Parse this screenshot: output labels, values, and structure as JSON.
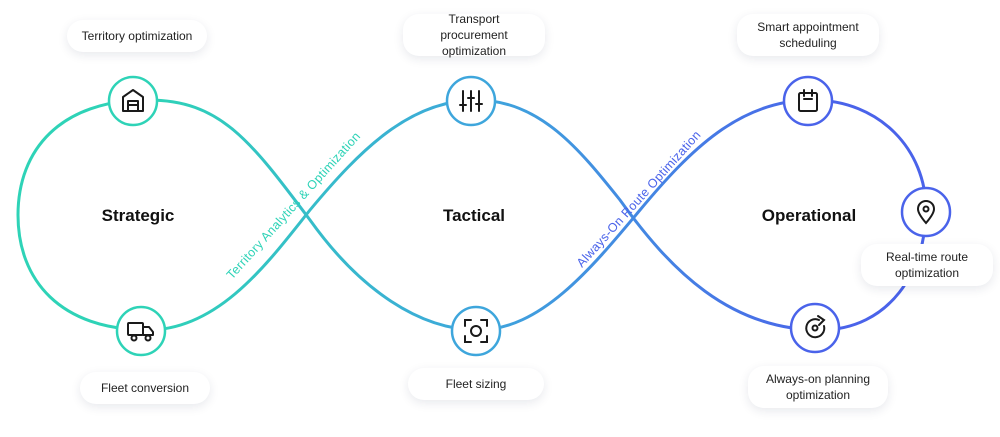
{
  "colors": {
    "teal": "#2ed3b7",
    "mid": "#3ea6dc",
    "blue": "#4a63ea",
    "icon": "#1a1a1a",
    "node_fill": "#ffffff"
  },
  "phases": {
    "strategic": "Strategic",
    "tactical": "Tactical",
    "operational": "Operational"
  },
  "tracks": {
    "territory": "Territory Analytics & Optimization",
    "always_on": "Always-On Route Optimization"
  },
  "labels": {
    "territory_opt": "Territory optimization",
    "fleet_conversion": "Fleet conversion",
    "transport_line1": "Transport procurement",
    "transport_line2": "optimization",
    "fleet_sizing": "Fleet sizing",
    "smart_line1": "Smart appointment",
    "smart_line2": "scheduling",
    "realtime_line1": "Real-time route",
    "realtime_line2": "optimization",
    "alwayson_line1": "Always-on planning",
    "alwayson_line2": "optimization"
  },
  "icons": {
    "territory": "warehouse-icon",
    "fleet_conversion": "truck-icon",
    "transport": "sliders-icon",
    "fleet_sizing": "scan-icon",
    "smart": "calendar-icon",
    "realtime": "location-pin-icon",
    "alwayson": "refresh-icon"
  }
}
